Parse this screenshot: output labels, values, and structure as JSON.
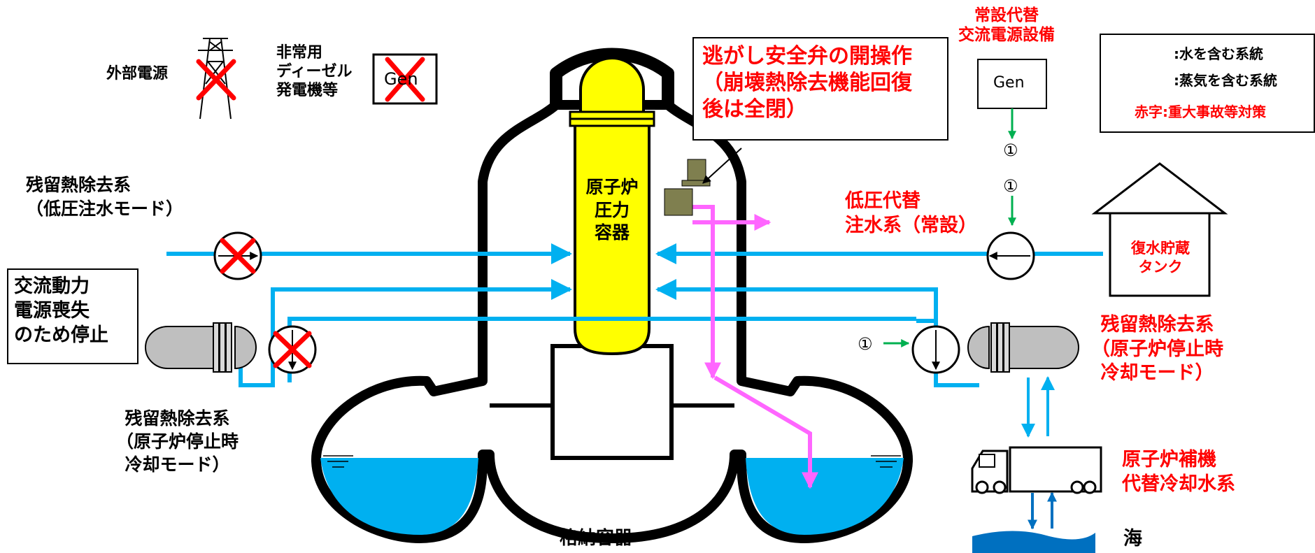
{
  "colors": {
    "water_line": "#00b0f0",
    "steam_line": "#ff66ff",
    "vessel": "#ffff00",
    "water_pool": "#00b0f0",
    "sea": "#0070c0",
    "red_text": "#ff0000",
    "green_arrow": "#00b050",
    "pump_gray": "#bfbfbf",
    "valve_olive": "#7f7f4f",
    "cross_red": "#ff0000"
  },
  "power": {
    "offsite_label": "外部電源",
    "diesel_label": "非常用\nディーゼル\n発電機等",
    "diesel_gen": "Gen",
    "permanent_label": "常設代替\n交流電源設備",
    "permanent_gen": "Gen",
    "marker": "①"
  },
  "legend": {
    "water": ":水を含む系統",
    "steam": ":蒸気を含む系統",
    "red_note": "赤字:重大事故等対策"
  },
  "labels": {
    "srv": "逃がし安全弁の開操作\n（崩壊熱除去機能回復\n後は全閉）",
    "rpv": "原子炉\n圧力\n容器",
    "rhr_lpci": "残留熱除去系\n（低圧注水モード）",
    "ac_loss": "交流動力\n電源喪失\nのため停止",
    "rhr_sdc_left": "残留熱除去系\n（原子炉停止時\n冷却モード）",
    "lp_alt": "低圧代替\n注水系（常設）",
    "cst": "復水貯蔵\nタンク",
    "rhr_sdc_right": "残留熱除去系\n（原子炉停止時\n冷却モード）",
    "aux_cooling": "原子炉補機\n代替冷却水系",
    "sea": "海",
    "containment": "格納容器"
  }
}
